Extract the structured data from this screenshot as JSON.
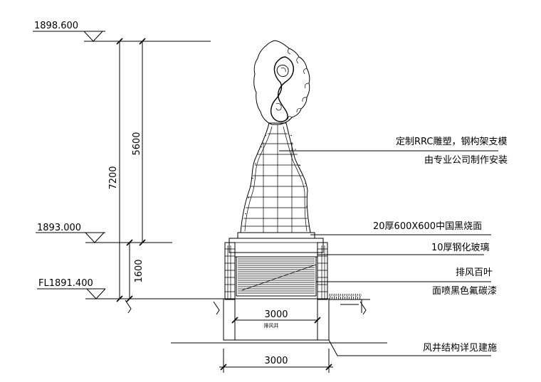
{
  "elevations": {
    "top": "1898.600",
    "middle": "1893.000",
    "floor": "FL1891.400"
  },
  "dimensions": {
    "total_height": "7200",
    "sculpture_height": "5600",
    "base_height": "1600",
    "inner_width": "3000",
    "bottom_width": "3000",
    "vent_label": "排风井"
  },
  "annotations": {
    "sculpture_line1": "定制RRC雕塑，钢构架支模",
    "sculpture_line2": "由专业公司制作安装",
    "granite": "20厚600X600中国黑烧面",
    "glass": "10厚钢化玻璃",
    "louver": "排风百叶",
    "paint": "面喷黑色氟碳漆",
    "shaft": "风井结构详见建施"
  },
  "colors": {
    "ink": "#000000",
    "background": "#ffffff"
  }
}
